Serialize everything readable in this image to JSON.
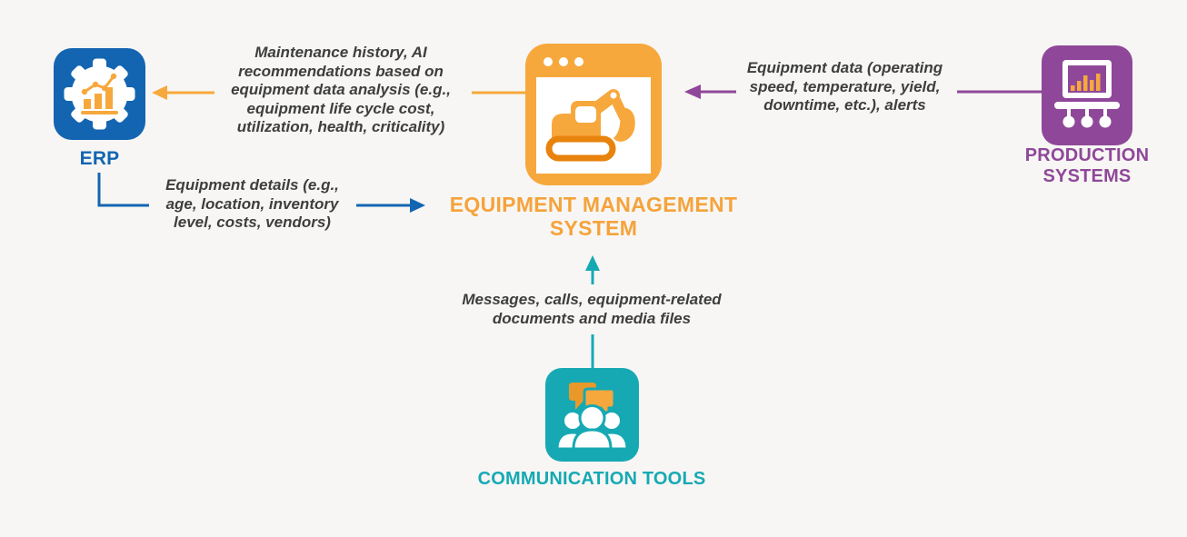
{
  "diagram_title": "Equipment Management System data flow diagram",
  "background_color": "#f7f6f4",
  "nodes": {
    "erp": {
      "label": "ERP",
      "color": "#1365b2",
      "icon": "gear-chart-icon"
    },
    "ems": {
      "label": "EQUIPMENT MANAGEMENT\nSYSTEM",
      "color": "#f7a83d",
      "icon": "excavator-browser-window-icon"
    },
    "production": {
      "label": "PRODUCTION\nSYSTEMS",
      "color": "#8f4899",
      "icon": "monitor-bar-chart-machine-icon"
    },
    "communication": {
      "label": "COMMUNICATION TOOLS",
      "color": "#16a9b4",
      "icon": "chat-bubbles-people-group-icon"
    }
  },
  "flows": [
    {
      "id": "ems-to-erp",
      "from": "ems",
      "to": "erp",
      "color": "#f7a83d",
      "label": "Maintenance history, AI\nrecommendations based on\nequipment data analysis (e.g.,\nequipment life cycle cost,\nutilization, health, criticality)"
    },
    {
      "id": "erp-to-ems",
      "from": "erp",
      "to": "ems",
      "color": "#1365b2",
      "label": "Equipment details (e.g.,\nage, location, inventory\nlevel, costs, vendors)"
    },
    {
      "id": "production-to-ems",
      "from": "production",
      "to": "ems",
      "color": "#8f4899",
      "label": "Equipment data (operating\nspeed, temperature, yield,\ndowntime, etc.), alerts"
    },
    {
      "id": "communication-to-ems",
      "from": "communication",
      "to": "ems",
      "color": "#16a9b4",
      "label": "Messages, calls, equipment-related\ndocuments and media files"
    }
  ]
}
